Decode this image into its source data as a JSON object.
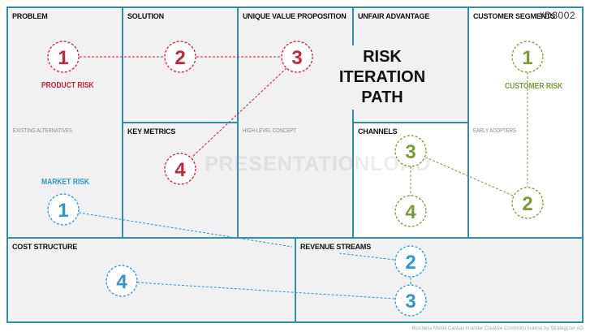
{
  "canvas": {
    "problem": "PROBLEM",
    "solution": "SOLUTION",
    "uvp": "UNIQUE VALUE PROPOSITION",
    "unfair_advantage": "UNFAIR ADVANTAGE",
    "customer_segments": "CUSTOMER SEGMENTS",
    "key_metrics": "KEY METRICS",
    "channels": "CHANNELS",
    "cost_structure": "COST STRUCTURE",
    "revenue_streams": "REVENUE STREAMS",
    "existing_alternatives": "EXISTING ALTERNATIVES",
    "high_level_concept": "HIGH-LEVEL CONCEPT",
    "early_adopters": "EARLY ADOPTERS"
  },
  "headline": {
    "line1": "RISK ITERATION",
    "line2": "PATH"
  },
  "watermark": "PRESENTATIONLOAD",
  "code": "#D3002",
  "footer": "Business Model Canvas is under Creative Commons license by Strategyzer AG",
  "risks": {
    "product": {
      "label": "PRODUCT RISK",
      "color": "#c8243a",
      "steps": [
        "1",
        "2",
        "3",
        "4"
      ]
    },
    "customer": {
      "label": "CUSTOMER RISK",
      "color": "#7b9b34",
      "steps": [
        "1",
        "2",
        "3",
        "4"
      ]
    },
    "market": {
      "label": "MARKET RISK",
      "color": "#2e98d2",
      "steps": [
        "1",
        "2",
        "3",
        "4"
      ]
    }
  }
}
